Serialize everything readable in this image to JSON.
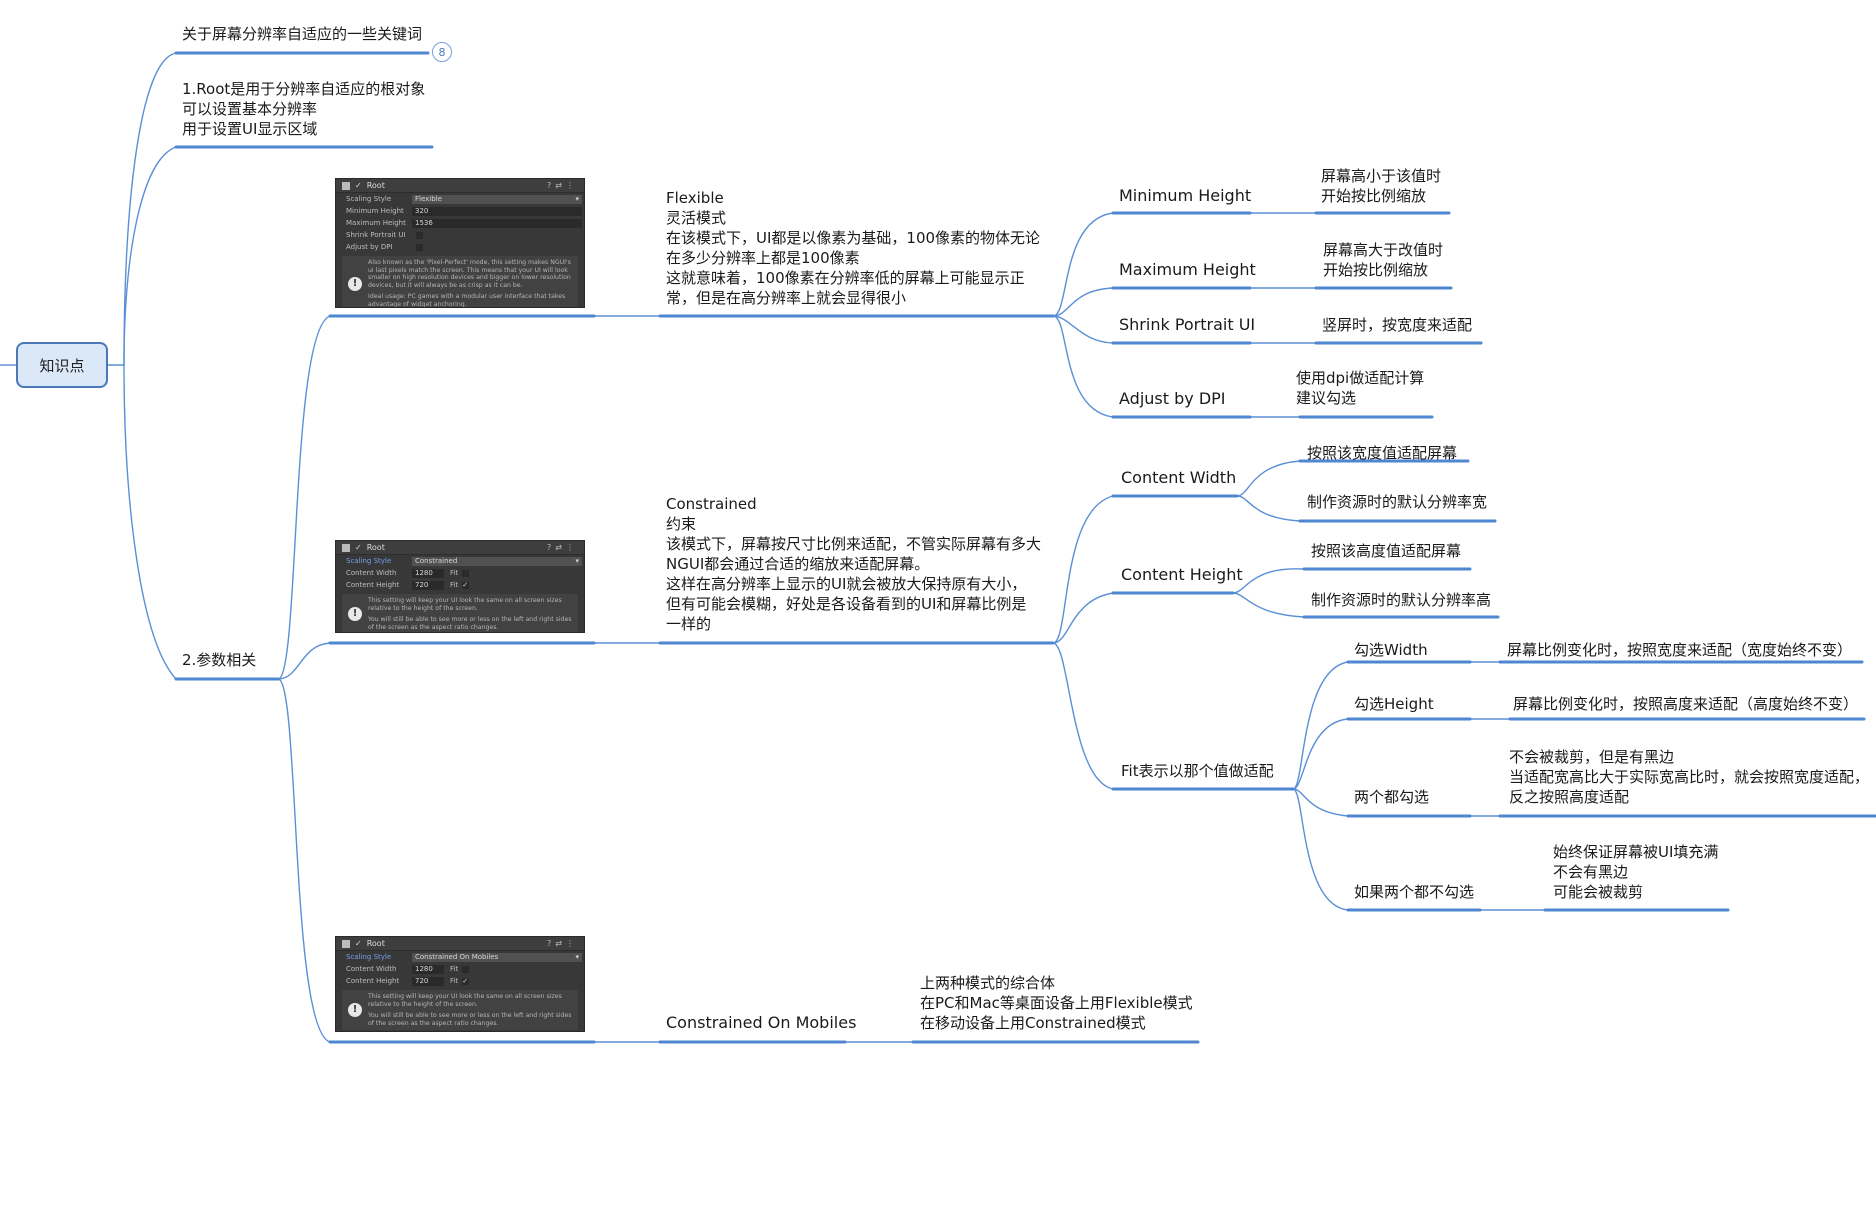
{
  "root": {
    "label": "知识点"
  },
  "collapsed_count": "8",
  "topics": {
    "keywords": "关于屏幕分辨率自适应的一些关键词",
    "root_obj": [
      "1.Root是用于分辨率自适应的根对象",
      "可以设置基本分辨率",
      "用于设置UI显示区域"
    ],
    "params": "2.参数相关"
  },
  "flexible": {
    "text": [
      "Flexible",
      "灵活模式",
      "在该模式下，UI都是以像素为基础，100像素的物体无论",
      "在多少分辨率上都是100像素",
      "这就意味着，100像素在分辨率低的屏幕上可能显示正",
      "常，但是在高分辨率上就会显得很小"
    ],
    "min_height": "Minimum Height",
    "min_height_desc": [
      "屏幕高小于该值时",
      "开始按比例缩放"
    ],
    "max_height": "Maximum Height",
    "max_height_desc": [
      "屏幕高大于改值时",
      "开始按比例缩放"
    ],
    "shrink": "Shrink Portrait UI",
    "shrink_desc": "竖屏时，按宽度来适配",
    "dpi": "Adjust by DPI",
    "dpi_desc": [
      "使用dpi做适配计算",
      "建议勾选"
    ]
  },
  "constrained": {
    "text": [
      "Constrained",
      "约束",
      "该模式下，屏幕按尺寸比例来适配，不管实际屏幕有多大",
      "NGUI都会通过合适的缩放来适配屏幕。",
      "这样在高分辨率上显示的UI就会被放大保持原有大小，",
      "但有可能会模糊，好处是各设备看到的UI和屏幕比例是",
      "一样的"
    ],
    "content_width": "Content Width",
    "cw_desc_1": "按照该宽度值适配屏幕",
    "cw_desc_2": "制作资源时的默认分辨率宽",
    "content_height": "Content Height",
    "ch_desc_1": "按照该高度值适配屏幕",
    "ch_desc_2": "制作资源时的默认分辨率高",
    "fit": "Fit表示以那个值做适配",
    "fit_width": "勾选Width",
    "fit_width_desc": "屏幕比例变化时，按照宽度来适配（宽度始终不变）",
    "fit_height": "勾选Height",
    "fit_height_desc": "屏幕比例变化时，按照高度来适配（高度始终不变）",
    "fit_both": "两个都勾选",
    "fit_both_desc": [
      "不会被裁剪，但是有黑边",
      "当适配宽高比大于实际宽高比时，就会按照宽度适配，",
      "反之按照高度适配"
    ],
    "fit_none": "如果两个都不勾选",
    "fit_none_desc": [
      "始终保证屏幕被UI填充满",
      "不会有黑边",
      "可能会被裁剪"
    ]
  },
  "mobiles": {
    "title": "Constrained On Mobiles",
    "desc": [
      "上两种模式的综合体",
      "在PC和Mac等桌面设备上用Flexible模式",
      "在移动设备上用Constrained模式"
    ]
  },
  "screenshots": {
    "title": "Root",
    "scaling_style": "Scaling Style",
    "flex": {
      "style_value": "Flexible",
      "rows": [
        {
          "k": "Minimum Height",
          "v": "320"
        },
        {
          "k": "Maximum Height",
          "v": "1536"
        }
      ],
      "checks": [
        "Shrink Portrait UI",
        "Adjust by DPI"
      ],
      "help": [
        "Also known as the 'Pixel-Perfect' mode, this setting makes NGUI's ui last pixels match the screen. This means that your UI will look smaller on high resolution devices and bigger on lower resolution devices, but it will always be as crisp as it can be.",
        "Ideal usage: PC games with a modular user interface that takes advantage of widget anchoring."
      ]
    },
    "cons": {
      "style_value": "Constrained",
      "rows": [
        {
          "k": "Content Width",
          "v": "1280",
          "fit": "Fit",
          "checked": ""
        },
        {
          "k": "Content Height",
          "v": "720",
          "fit": "Fit",
          "checked": "✓"
        }
      ],
      "help": [
        "This setting will keep your UI look the same on all screen sizes relative to the height of the screen.",
        "You will still be able to see more or less on the left and right sides of the screen as the aspect ratio changes."
      ]
    },
    "mob": {
      "style_value": "Constrained On Mobiles",
      "rows": [
        {
          "k": "Content Width",
          "v": "1280",
          "fit": "Fit",
          "checked": ""
        },
        {
          "k": "Content Height",
          "v": "720",
          "fit": "Fit",
          "checked": "✓"
        }
      ],
      "help": [
        "This setting will keep your UI look the same on all screen sizes relative to the height of the screen.",
        "You will still be able to see more or less on the left and right sides of the screen as the aspect ratio changes."
      ]
    }
  },
  "colors": {
    "line": "#5b8fd6",
    "underline": "#4f86d0",
    "root_fill": "#dbe8f7",
    "root_border": "#4a78b8"
  }
}
